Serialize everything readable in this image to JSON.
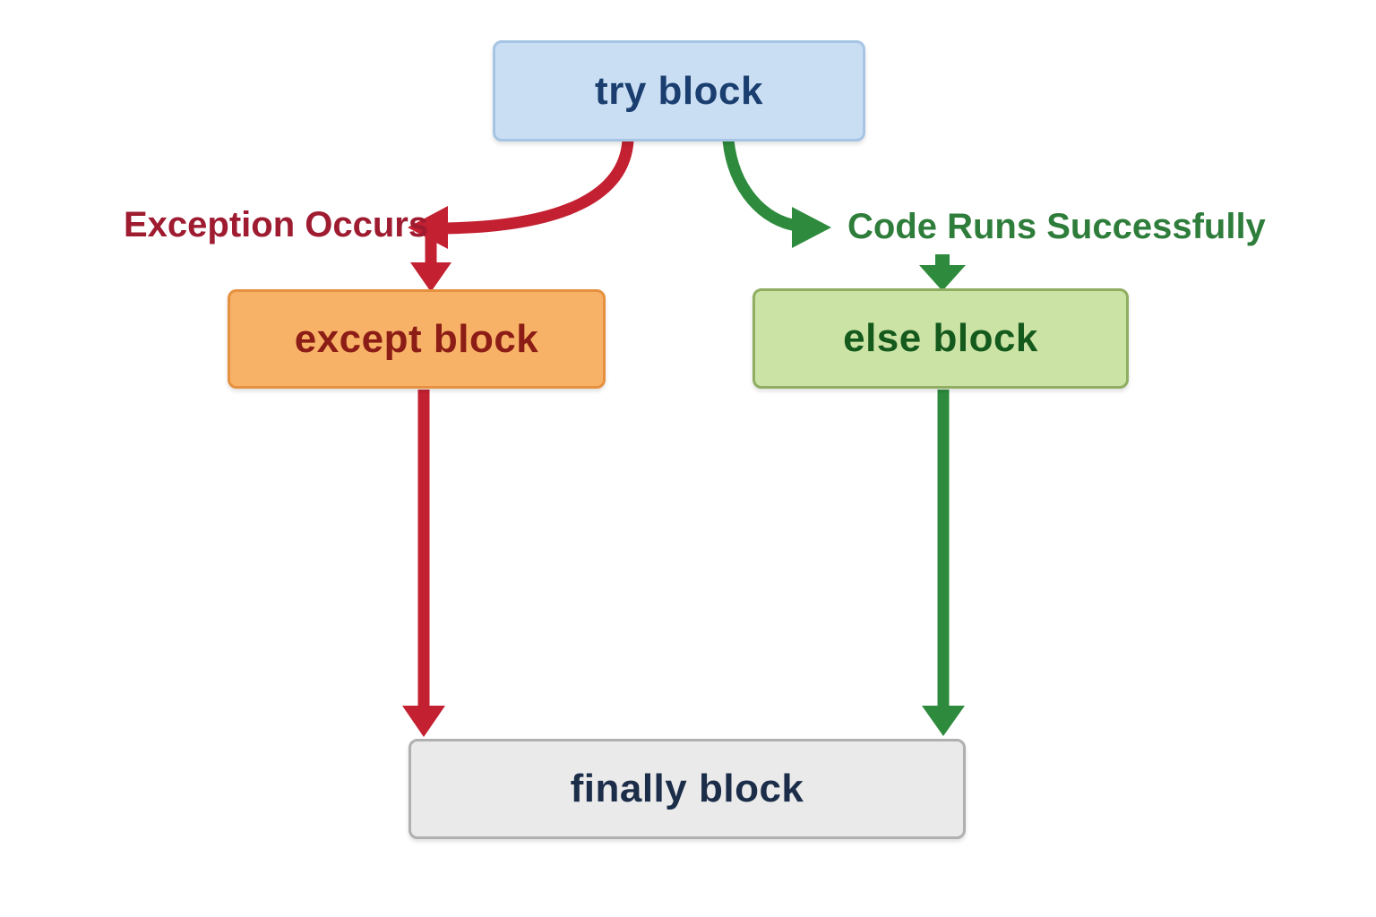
{
  "diagram": {
    "nodes": {
      "try_block": {
        "label": "try block",
        "fill": "#c9def2",
        "border": "#a6c4e4",
        "text": "#1a3e6f"
      },
      "except_block": {
        "label": "except block",
        "fill": "#f8b267",
        "border": "#e69140",
        "text": "#8c1c16"
      },
      "else_block": {
        "label": "else block",
        "fill": "#cbe3a4",
        "border": "#8fae62",
        "text": "#155a1d"
      },
      "finally_block": {
        "label": "finally block",
        "fill": "#eaeaea",
        "border": "#b0b0b0",
        "text": "#1c2d49"
      }
    },
    "edges": {
      "exception": {
        "label": "Exception Occurs",
        "arrow_color": "#c32031",
        "label_color": "#9e1b30"
      },
      "success": {
        "label": "Code Runs Successfully",
        "arrow_color": "#2e8b3d",
        "label_color": "#2e7d3b"
      }
    }
  }
}
